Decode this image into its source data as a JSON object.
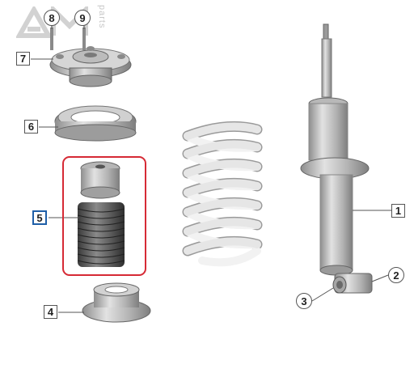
{
  "watermark": {
    "logo": "AM",
    "suffix": "parts"
  },
  "callouts": {
    "c1": "1",
    "c2": "2",
    "c3": "3",
    "c4": "4",
    "c5": "5",
    "c6": "6",
    "c7": "7",
    "c8": "8",
    "c9": "9"
  },
  "highlight": {
    "part": "5",
    "color": "#d62a35"
  },
  "colors": {
    "selected_callout": "#1f5fa8",
    "part_metal": "#b9b9b9",
    "spring": "#eeeeee"
  }
}
